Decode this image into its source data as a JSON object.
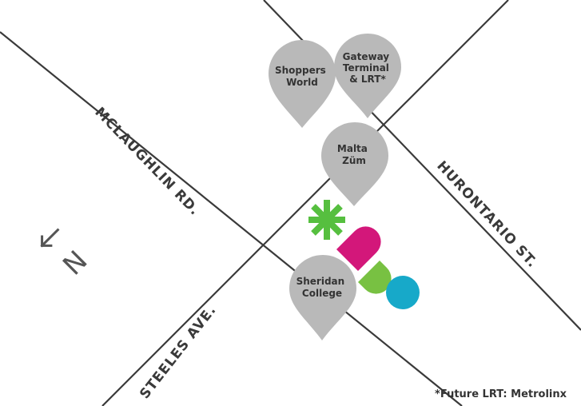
{
  "streets": [
    {
      "id": "mclaughlin",
      "label": "MCLAUGHLIN RD."
    },
    {
      "id": "steeles",
      "label": "STEELES AVE."
    },
    {
      "id": "hurontario",
      "label": "HURONTARIO ST."
    }
  ],
  "landmarks": [
    {
      "id": "shoppers",
      "lines": [
        "Shoppers",
        "World"
      ]
    },
    {
      "id": "gateway",
      "lines": [
        "Gateway",
        "Terminal",
        "& LRT*"
      ]
    },
    {
      "id": "malta",
      "lines": [
        "Malta",
        "Züm"
      ]
    },
    {
      "id": "sheridan",
      "lines": [
        "Sheridan",
        "College"
      ]
    }
  ],
  "north_arrow": {
    "letter": "N"
  },
  "logo": {
    "text": "DUO",
    "colors": {
      "asterisk": "#56bf3f",
      "d": "#d3177a",
      "u": "#78c142",
      "o": "#17a9c9"
    }
  },
  "footnote": "*Future LRT: Metrolinx",
  "colors": {
    "road": "#3a3a3a",
    "pin": "#b9b9b9",
    "text": "#333333"
  }
}
